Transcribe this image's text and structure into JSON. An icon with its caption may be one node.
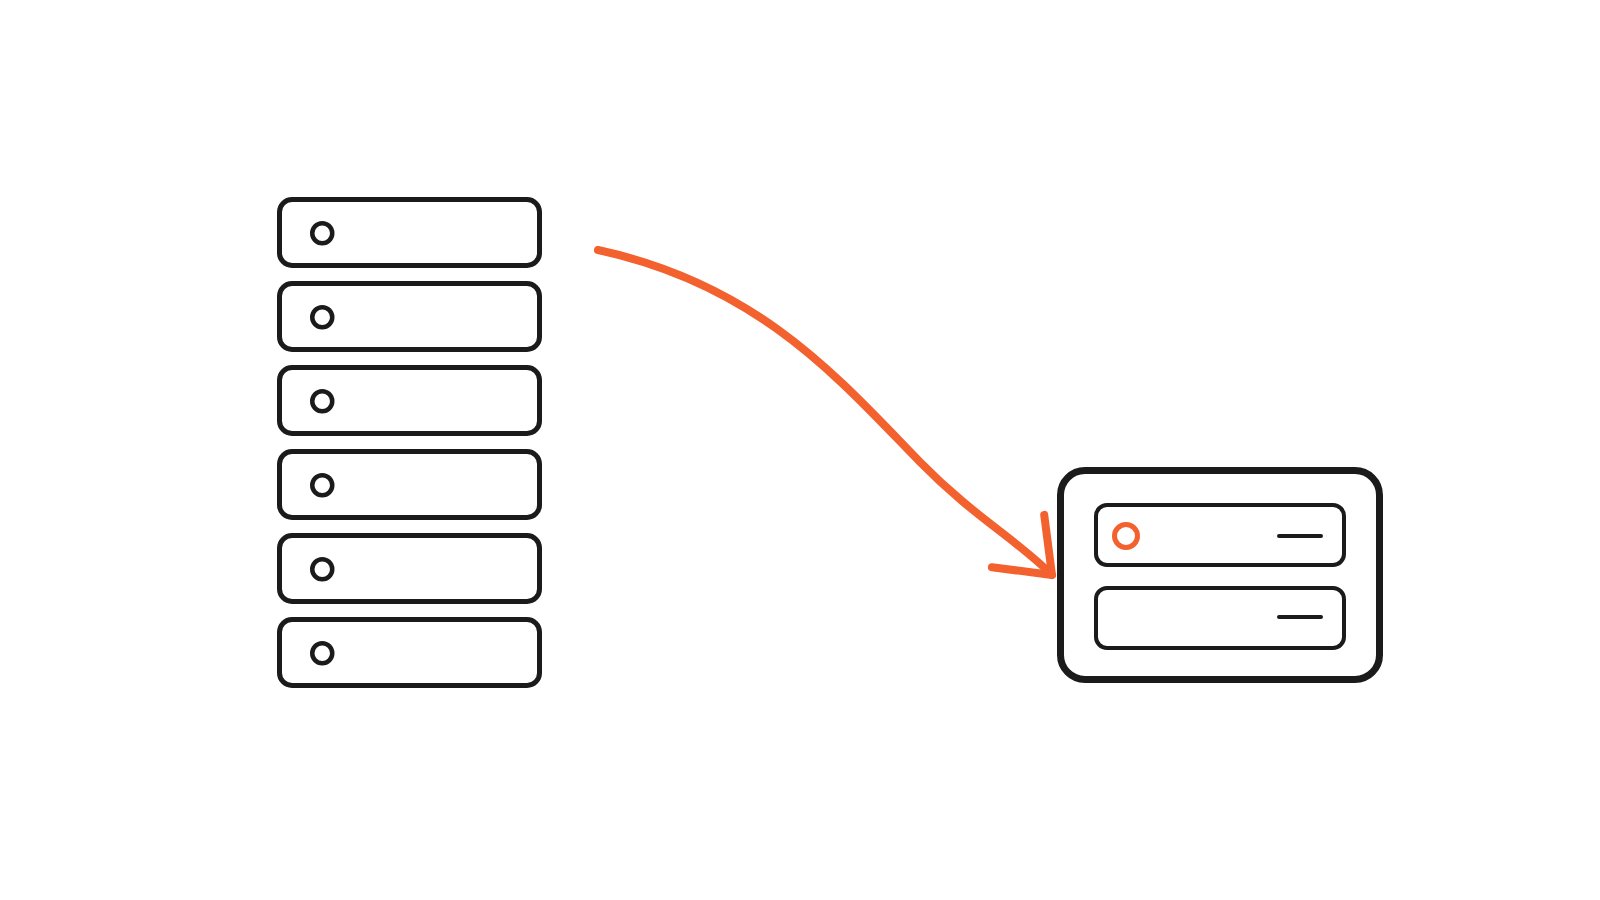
{
  "diagram": {
    "nodes": [
      {
        "text": [],
        "shape": "box"
      },
      {
        "text": [],
        "shape": "box"
      },
      {
        "text": [],
        "shape": "box"
      },
      {
        "text": [],
        "shape": "box"
      },
      {
        "text": [],
        "shape": "box"
      },
      {
        "text": [],
        "shape": "box"
      },
      {
        "text": [],
        "shape": "box"
      },
      {
        "text": [],
        "shape": "box",
        "in": 6
      },
      {
        "text": [],
        "shape": "box",
        "in": 6
      }
    ],
    "edges": [
      {
        "from": null,
        "to": 6,
        "arrow": "to"
      }
    ]
  }
}
